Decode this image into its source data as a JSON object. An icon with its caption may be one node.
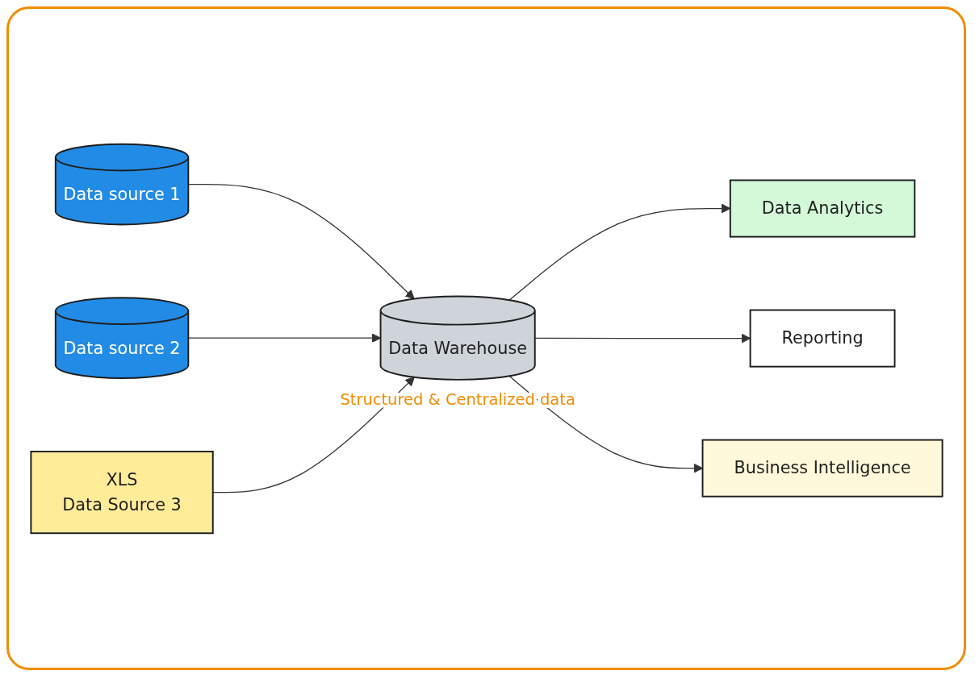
{
  "diagram": {
    "nodes": [
      {
        "text": [
          "Data source 1"
        ]
      },
      {
        "text": [
          "Data source 2"
        ]
      },
      {
        "text": [
          "XLS",
          "Data Source 3"
        ]
      },
      {
        "text": [
          "Data Warehouse"
        ],
        "beside": [
          "Structured & Centralized data"
        ]
      },
      {
        "text": [
          "Data Analytics"
        ]
      },
      {
        "text": [
          "Reporting"
        ]
      },
      {
        "text": [
          "Business Intelligence"
        ]
      }
    ],
    "edges": [
      {
        "from": 0,
        "to": 3,
        "arrow": "to"
      },
      {
        "from": 1,
        "to": 3,
        "arrow": "to"
      },
      {
        "from": 2,
        "to": 3,
        "arrow": "to"
      },
      {
        "from": 3,
        "to": 4,
        "arrow": "to"
      },
      {
        "from": 3,
        "to": 5,
        "arrow": "to"
      },
      {
        "from": 3,
        "to": 6,
        "arrow": "to"
      }
    ]
  }
}
